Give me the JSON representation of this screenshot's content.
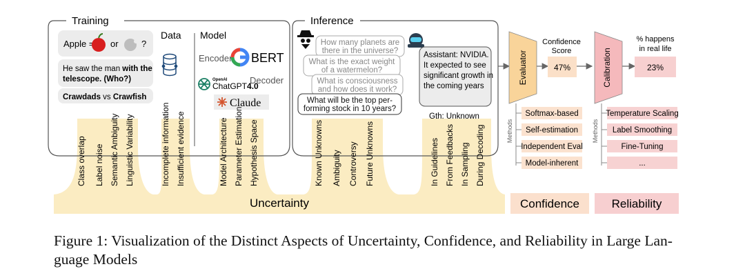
{
  "training": {
    "title": "Training",
    "data_heading": "Data",
    "model_heading": "Model",
    "example_apple_prefix": "Apple =",
    "example_apple_or": "or",
    "example_apple_q": "?",
    "example_sentence_line1_plain": "He saw the man ",
    "example_sentence_line1_bold": "with the",
    "example_sentence_line2_bold": "telescope.",
    "example_sentence_line2_tail": " (Who?)",
    "example_crawdads": "Crawdads",
    "example_vs": " vs ",
    "example_crawfish": "Crawfish",
    "encoder_label": "Encoder",
    "bert_label": "BERT",
    "openai_label": "OpenAI",
    "chatgpt_label": "ChatGPT",
    "chatgpt_version": "4.0",
    "decoder_label": "Decoder",
    "claude_label": "Claude",
    "sources": [
      "Class overlap",
      "Label noise",
      "Semantic Ambiguity",
      "Linguistic Variability",
      "Incomplete information",
      "Insufficient evidence",
      "Model Architecture",
      "Parameter Estimation",
      "Hypothesis Space"
    ]
  },
  "inference": {
    "title": "Inference",
    "questions": [
      [
        "How many planets are",
        "there in the universe?"
      ],
      [
        "What is the exact weight",
        "of a watermelon?"
      ],
      [
        "What is consciousness",
        "and how does it work?"
      ],
      [
        "What will be the top per-",
        "forming stock in 10 years?"
      ]
    ],
    "answer_lines": [
      "Assistant: NVIDIA.",
      "It expected to see",
      "significant growth in",
      "the coming years"
    ],
    "ground_truth": "Gth: Unknown",
    "sources": [
      "Known Unknowns",
      "Ambiguity",
      "Controversy",
      "Future Unknowns",
      "In Guidelines",
      "From Feedbacks",
      "In Sampling",
      "During Decoding"
    ]
  },
  "confidence": {
    "evaluator_label": "Evaluator",
    "score_title_lines": [
      "Confidence",
      "Score"
    ],
    "score_value": "47%",
    "methods_label": "Methods",
    "methods": [
      "Softmax-based",
      "Self-estimation",
      "Independent Eval",
      "Model-inherent"
    ]
  },
  "reliability": {
    "calibration_label": "Calibration",
    "real_title_lines": [
      "% happens",
      "in real life"
    ],
    "real_value": "23%",
    "methods_label": "Methods",
    "methods": [
      "Temperature Scaling",
      "Label Smoothing",
      "Fine-Tuning",
      "..."
    ]
  },
  "bottom": {
    "uncertainty": "Uncertainty",
    "confidence": "Confidence",
    "reliability": "Reliability"
  },
  "caption_lines": [
    "Figure 1: Visualization of the Distinct Aspects of Uncertainty, Confidence, and Reliability in Large Lan-",
    "guage Models"
  ],
  "colors": {
    "uncertainty_band": "#fbecc2",
    "confidence_band": "#fbe0cd",
    "reliability_band": "#f7cfd0",
    "evaluator_fill": "#f9d49a",
    "calibration_fill": "#f5b9bc",
    "score_fill": "#fbe0c8",
    "real_fill": "#f7d0d0",
    "method_fill": "#fbe2cf",
    "reliability_method_fill": "#f7d2d2",
    "gray_box": "#ececec",
    "border": "#555555"
  }
}
